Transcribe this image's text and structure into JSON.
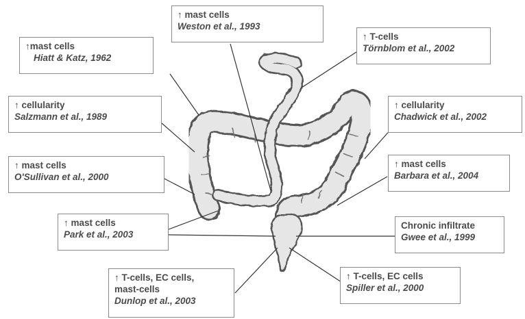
{
  "annotations": {
    "weston": {
      "finding": "↑ mast cells",
      "citation": "Weston et al., 1993"
    },
    "hiatt": {
      "finding": "↑mast cells",
      "citation": "Hiatt & Katz, 1962"
    },
    "tornblom": {
      "finding": "↑ T-cells",
      "citation": "Törnblom et al., 2002"
    },
    "salzmann": {
      "finding": "↑ cellularity",
      "citation": "Salzmann et al., 1989"
    },
    "chadwick": {
      "finding": "↑ cellularity",
      "citation": "Chadwick et al., 2002"
    },
    "osullivan": {
      "finding": "↑ mast cells",
      "citation": "O'Sullivan et al., 2000"
    },
    "barbara": {
      "finding": "↑ mast cells",
      "citation": "Barbara et al., 2004"
    },
    "park": {
      "finding": "↑ mast cells",
      "citation": "Park et al., 2003"
    },
    "gwee": {
      "finding": "Chronic infiltrate",
      "citation": "Gwee et al., 1999"
    },
    "dunlop": {
      "finding": "↑ T-cells, EC cells,",
      "finding_2": "mast-cells",
      "citation": "Dunlop et al., 2003"
    },
    "spiller": {
      "finding": "↑ T-cells, EC cells",
      "citation": "Spiller et al., 2000"
    }
  },
  "colors": {
    "colon_fill": "#e6e6e6",
    "colon_stroke": "#555555",
    "box_border": "#8a8a8a",
    "text": "#4a4a4a"
  },
  "icons": [
    "up-arrow-glyph"
  ]
}
